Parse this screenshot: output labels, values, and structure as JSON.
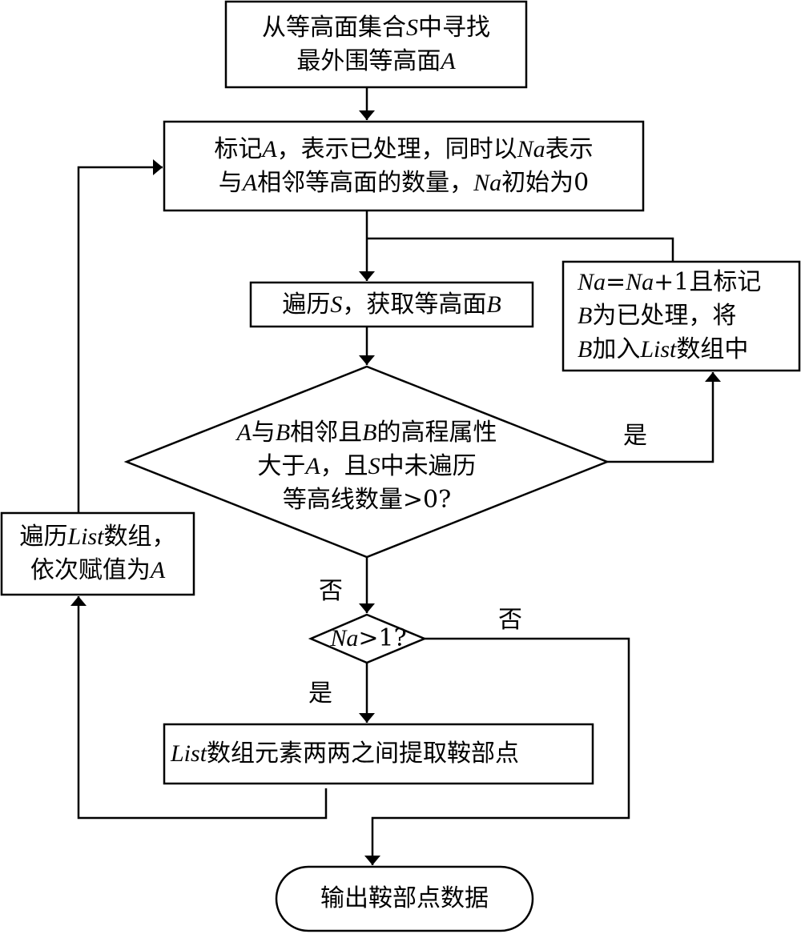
{
  "nodes": {
    "find_outer": {
      "line1": "从等高面集合S中寻找",
      "line2": "最外围等高面A"
    },
    "mark_a": {
      "line1": "标记A，表示已处理，同时以Na表示",
      "line2": "与A相邻等高面的数量，Na初始为0"
    },
    "traverse_s": {
      "text": "遍历S，获取等高面B"
    },
    "increment": {
      "line1": "Na=Na+1且标记",
      "line2": "B为已处理，将",
      "line3": "B加入List数组中"
    },
    "condition": {
      "line1": "A与B相邻且B的高程属性",
      "line2": "大于A，且S中未遍历",
      "line3": "等高线数量>0?"
    },
    "traverse_list": {
      "line1": "遍历List数组，",
      "line2": "依次赋值为A"
    },
    "na_check": {
      "text": "Na>1?"
    },
    "extract": {
      "text": "List数组元素两两之间提取鞍部点"
    },
    "output": {
      "text": "输出鞍部点数据"
    }
  },
  "edge_labels": {
    "yes_condition": "是",
    "no_condition": "否",
    "yes_na": "是",
    "no_na": "否"
  }
}
